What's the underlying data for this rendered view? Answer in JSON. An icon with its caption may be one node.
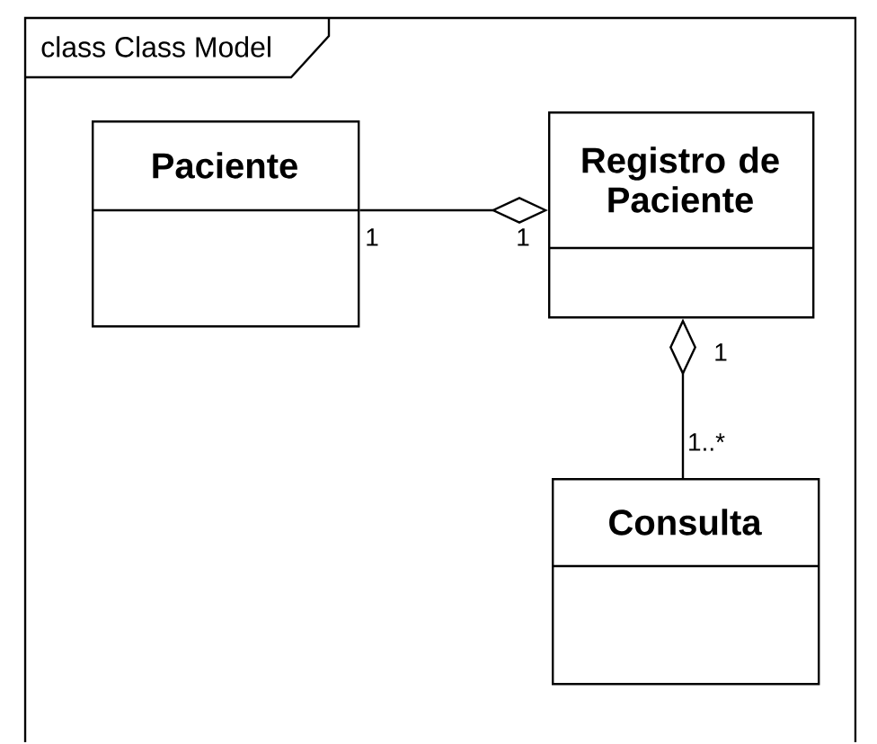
{
  "diagram": {
    "nodes": [
      {
        "text": [
          "class Class Model"
        ]
      },
      {
        "text": [
          "Paciente"
        ],
        "in": 0
      },
      {
        "text": [
          "Registro de Paciente"
        ],
        "in": 0
      },
      {
        "text": [
          "Consulta"
        ],
        "in": 0
      }
    ],
    "edges": [
      {
        "from": 1,
        "to": 2,
        "arrow": "other"
      },
      {
        "from": 3,
        "to": 2,
        "arrow": "other"
      }
    ],
    "labels": [
      "1",
      "1",
      "1",
      "1..*"
    ]
  }
}
